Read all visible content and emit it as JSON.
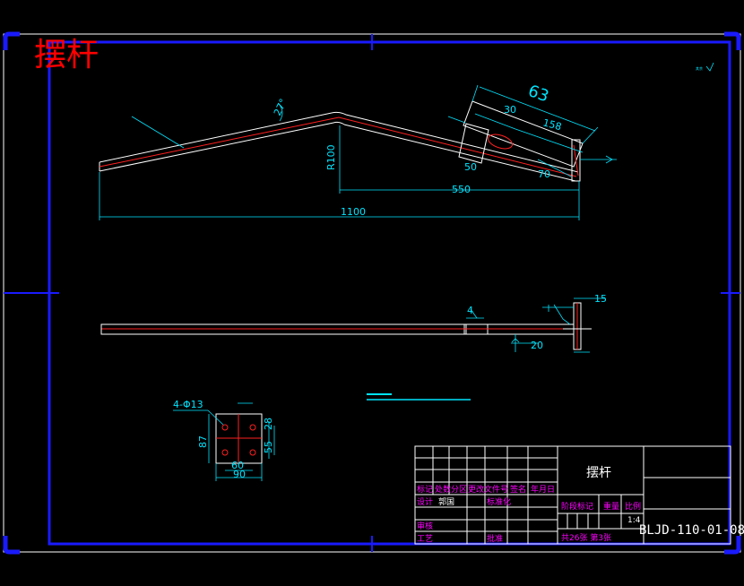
{
  "title_overlay": "摆杆",
  "roughness": "其余",
  "dimensions": {
    "d_63": "63",
    "d_30": "30",
    "d_158": "158",
    "d_50": "50",
    "d_70": "70",
    "d_550": "550",
    "d_1100": "1100",
    "d_r100": "R100",
    "d_27": "27°",
    "d_15": "15",
    "d_20": "20",
    "d_4": "4",
    "hole_callout": "4-Φ13",
    "d_87": "87",
    "d_55": "55",
    "d_28": "28",
    "d_60": "60",
    "d_90": "90"
  },
  "title_block": {
    "part_name": "摆杆",
    "hdr_mark": "标记",
    "hdr_count": "处数",
    "hdr_zone": "分区",
    "hdr_docno": "更改文件号",
    "hdr_sign": "签名",
    "hdr_date": "年月日",
    "design": "设计",
    "designer": "郭国",
    "standard": "标准化",
    "stage_mark": "阶段标记",
    "weight": "重量",
    "scale_label": "比例",
    "scale_value": "1:4",
    "review": "审核",
    "process": "工艺",
    "approve": "批准",
    "sheets": "共26张 第3张",
    "drawing_number": "BLJD-110-01-08"
  }
}
